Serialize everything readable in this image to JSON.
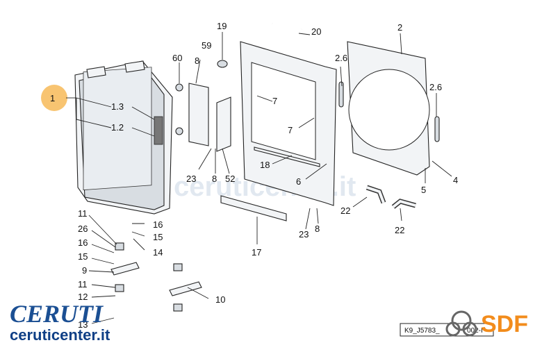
{
  "watermark": {
    "text": "ceruticenter.it"
  },
  "logo": {
    "brand": "CERUTI",
    "site": "ceruticenter.it",
    "sdf": "SDF"
  },
  "drawing_code": "K9_J5783_",
  "drawing_code_tail": "002-I",
  "labels": {
    "l1": "1",
    "l1_3": "1.3",
    "l1_2": "1.2",
    "l2": "2",
    "l2_6a": "2.6",
    "l2_6b": "2.6",
    "l4": "4",
    "l5": "5",
    "l6": "6",
    "l7a": "7",
    "l7b": "7",
    "l8a": "8",
    "l8b": "8",
    "l8c": "8",
    "l9": "9",
    "l10": "10",
    "l11a": "11",
    "l11b": "11",
    "l12": "12",
    "l13": "13",
    "l14": "14",
    "l15a": "15",
    "l15b": "15",
    "l16a": "16",
    "l16b": "16",
    "l17": "17",
    "l18": "18",
    "l19": "19",
    "l20": "20",
    "l22a": "22",
    "l22b": "22",
    "l23a": "23",
    "l23b": "23",
    "l26": "26",
    "l52": "52",
    "l59": "59",
    "l60": "60"
  },
  "colors": {
    "highlight": "#f5b041",
    "brand_blue": "#1b4f93",
    "sdf_orange": "#f28c1c"
  }
}
